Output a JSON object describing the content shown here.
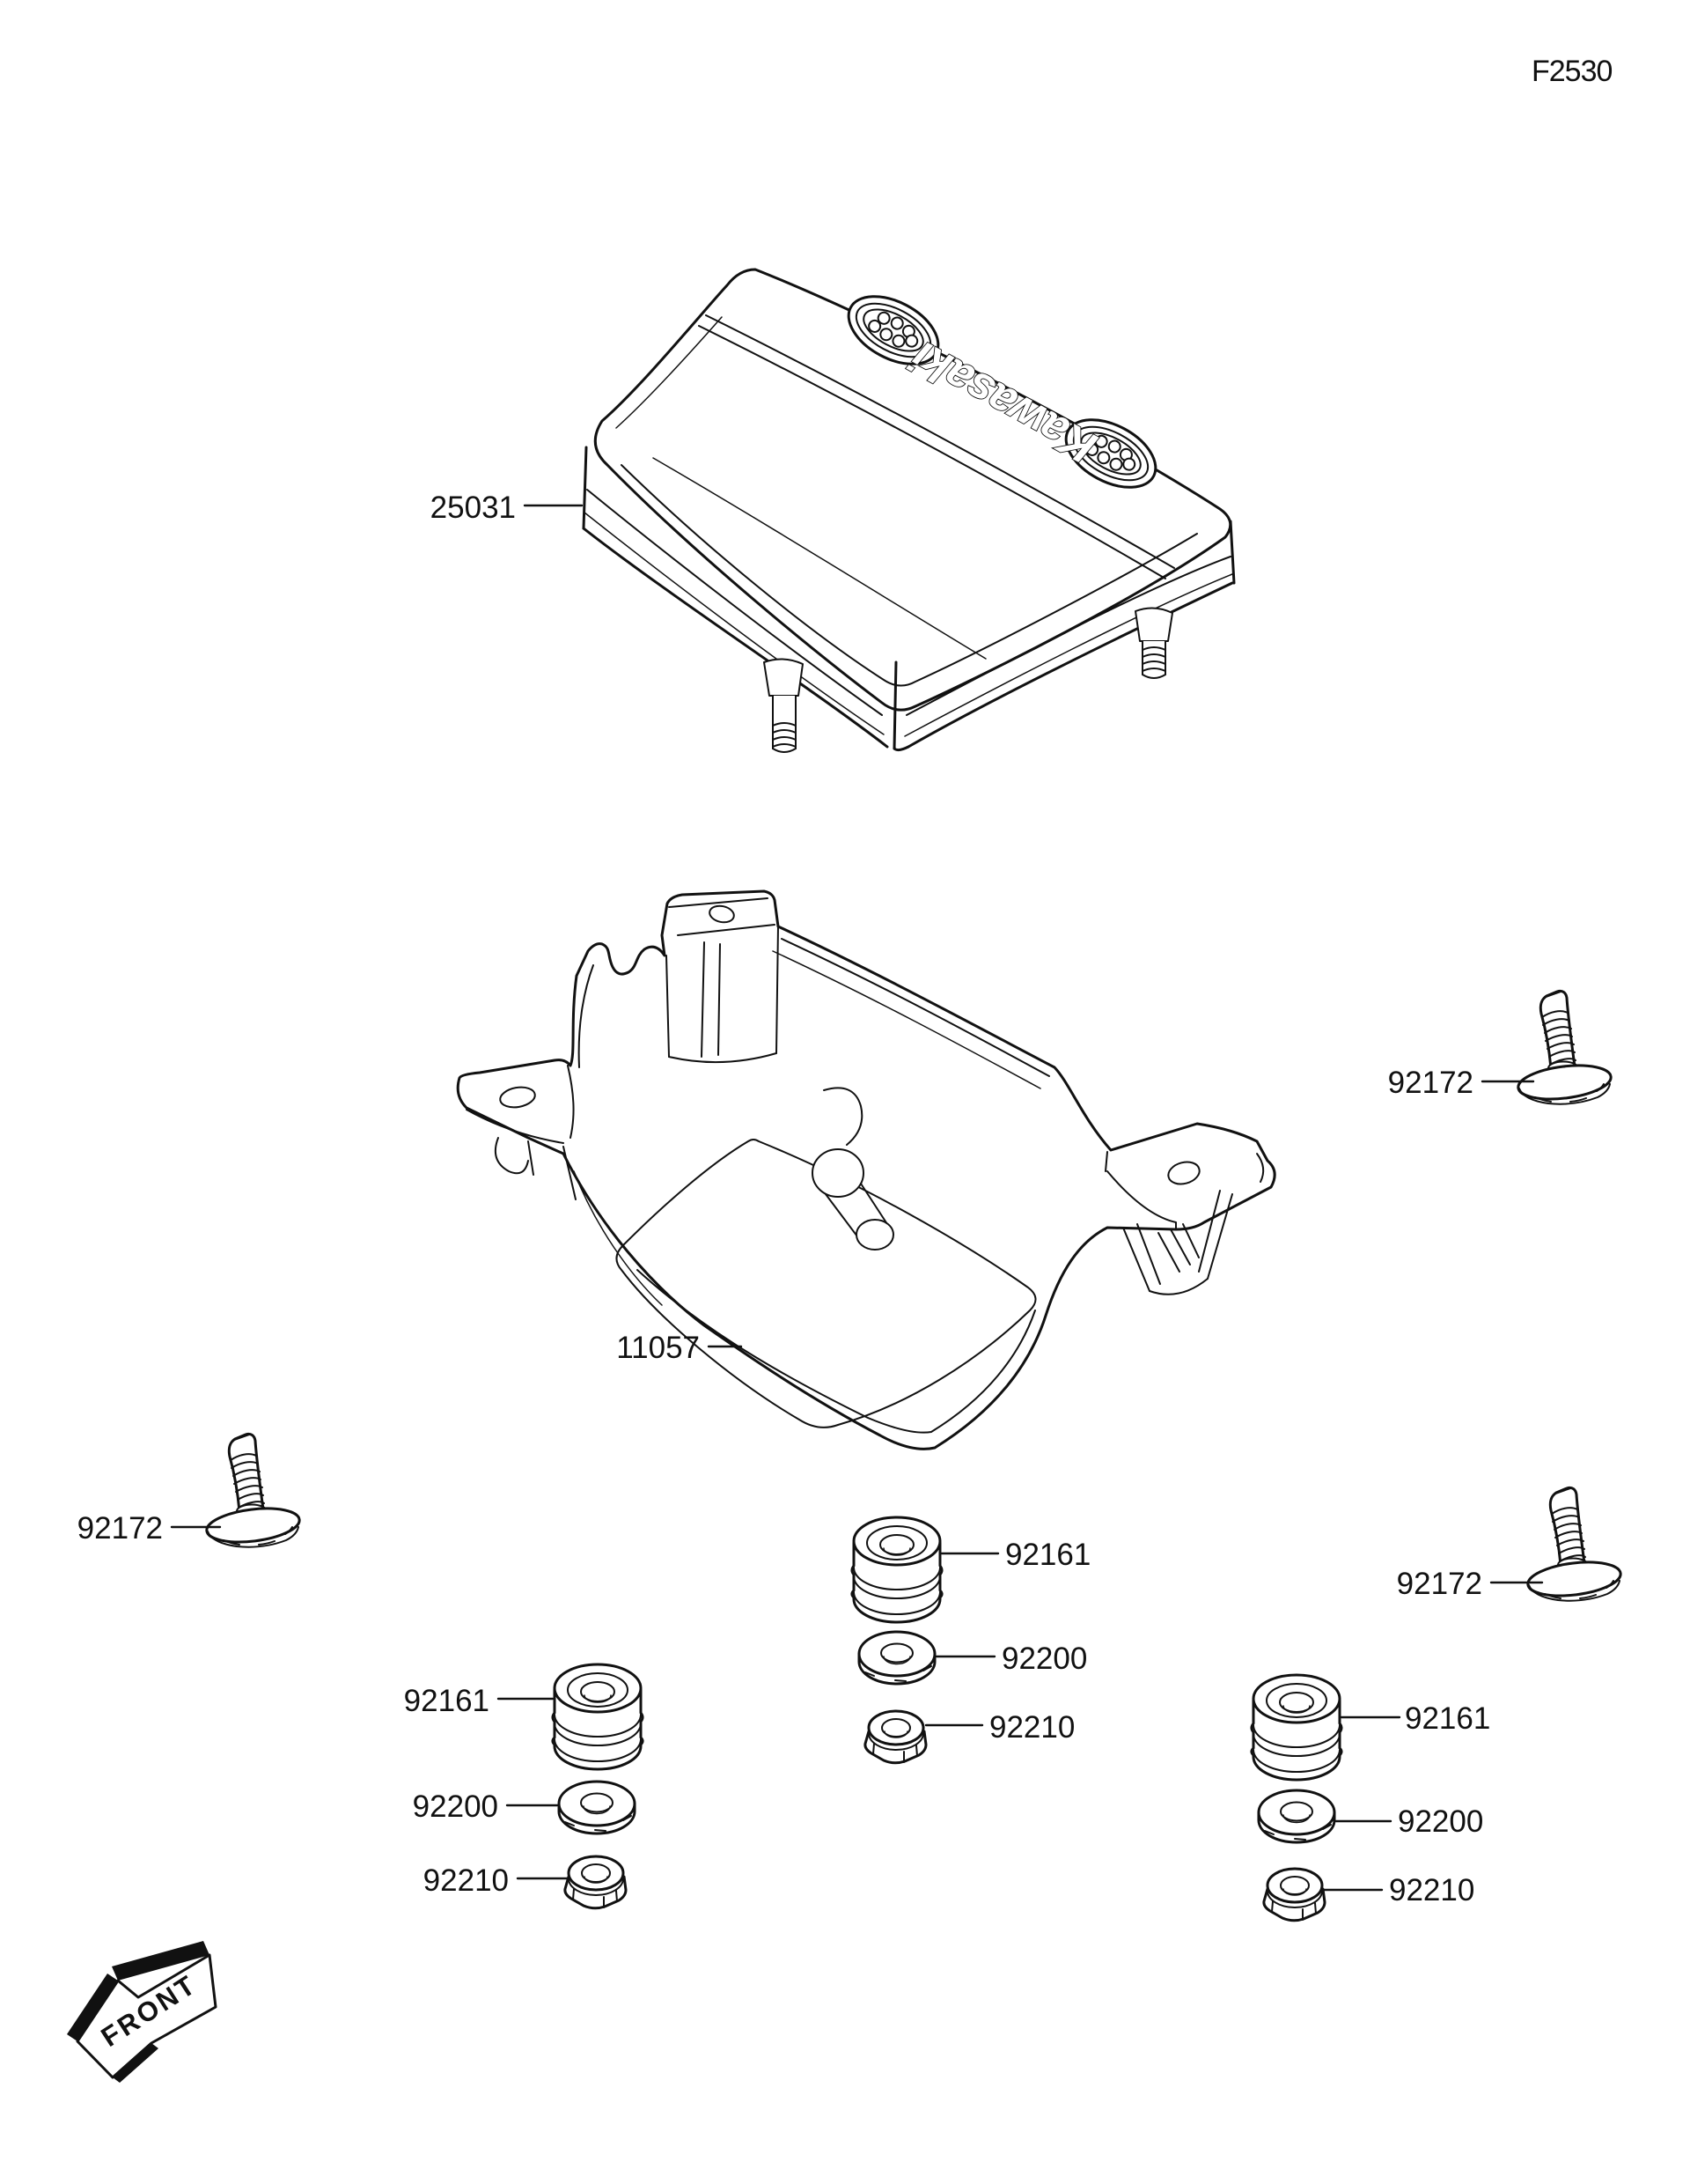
{
  "page_code": "F2530",
  "brand_logo": "Kawasaki",
  "front_marker": "FRONT",
  "callouts": {
    "meter_cover": "25031",
    "bracket": "11057",
    "screw": "92172",
    "damper": "92161",
    "washer": "92200",
    "nut": "92210"
  }
}
